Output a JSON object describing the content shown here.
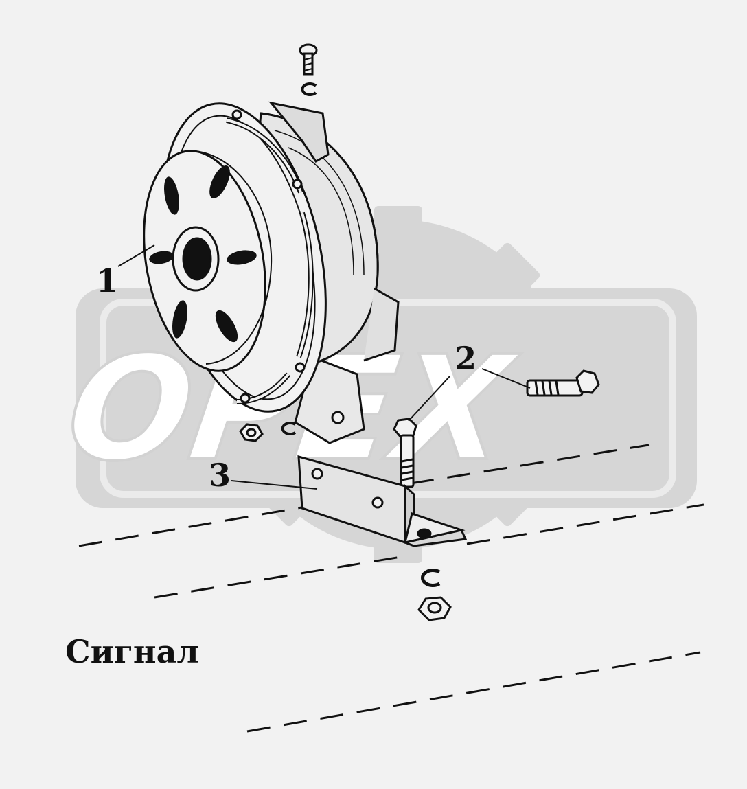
{
  "diagram": {
    "caption": "Сигнал",
    "callouts": [
      {
        "label": "1",
        "part": "horn"
      },
      {
        "label": "2",
        "part": "bolt"
      },
      {
        "label": "3",
        "part": "bracket"
      }
    ],
    "watermark": {
      "text": "ОРЕХ",
      "color": "#d6d6d6"
    },
    "colors": {
      "background": "#f2f2f2",
      "line": "#111111",
      "watermark": "#d6d6d6"
    }
  }
}
